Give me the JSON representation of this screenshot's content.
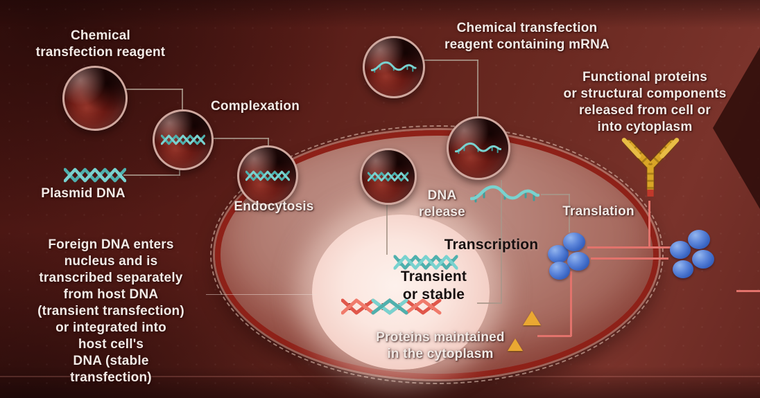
{
  "labels": {
    "chemical_reagent": "Chemical\ntransfection reagent",
    "complexation": "Complexation",
    "plasmid_dna": "Plasmid DNA",
    "endocytosis": "Endocytosis",
    "mrna_reagent": "Chemical transfection\nreagent containing mRNA",
    "functional_proteins": "Functional proteins\nor structural components\nreleased from cell or\ninto cytoplasm",
    "dna_release": "DNA\nrelease",
    "translation": "Translation",
    "transcription": "Transcription",
    "transient_or_stable": "Transient\nor stable",
    "proteins_maintained": "Proteins maintained\nin the cytoplasm",
    "foreign_dna_note": "Foreign DNA enters\nnucleus and is\ntranscribed separately\nfrom host DNA\n(transient transfection)\nor integrated into\nhost cell's\nDNA (stable\ntransfection)"
  },
  "icons": {
    "vesicle": "lipid-vesicle-sphere",
    "dna": "teal-double-helix",
    "mrna": "teal-mrna-strand",
    "integrated_dna": "red-host-dna-with-teal-insert",
    "antibody": "gold-y-antibody",
    "protein": "blue-protein-sphere-cluster",
    "peptide": "orange-triangle-protein"
  },
  "colors": {
    "background_dark": "#451411",
    "background_light": "#7a332b",
    "cell_membrane": "#8e2118",
    "cytoplasm": "#ab7065",
    "nucleus": "#fdf1ec",
    "dna_teal": "#6ec6c3",
    "host_dna_red": "#e0564a",
    "protein_blue": "#4a77d2",
    "antibody_gold": "#d9a526",
    "peptide_orange": "#eaa832",
    "connector_gray": "#a89688",
    "connector_pink": "#e2736c",
    "text_light": "#f2eae6",
    "text_dark": "#171010"
  }
}
